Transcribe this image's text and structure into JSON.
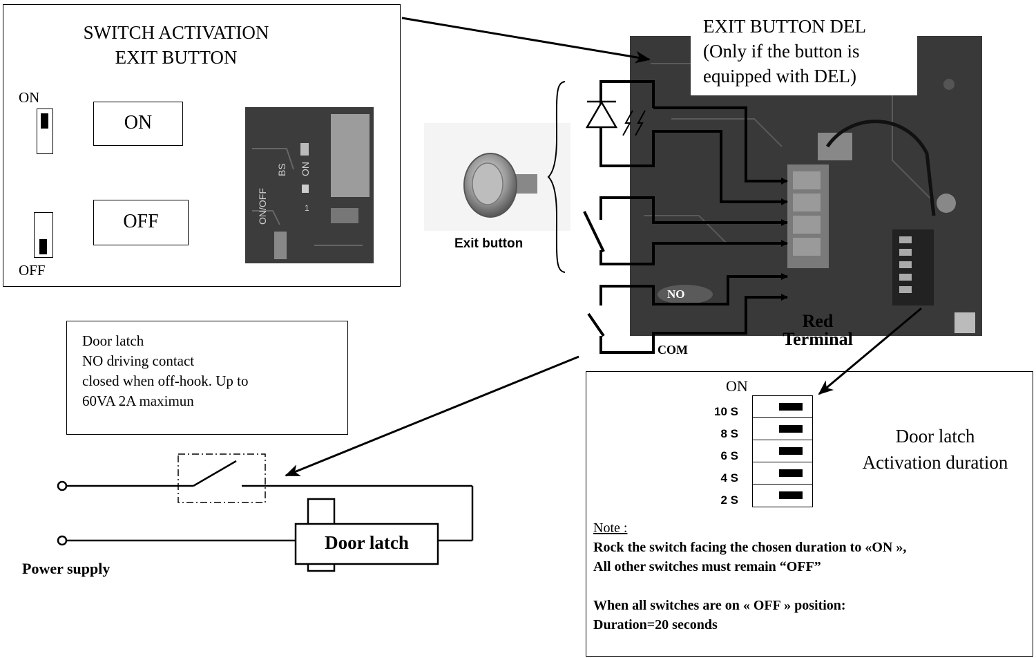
{
  "switch_panel": {
    "title_line1": "SWITCH ACTIVATION",
    "title_line2": "EXIT BUTTON",
    "on_small_label": "ON",
    "off_small_label": "OFF",
    "on_box_label": "ON",
    "off_box_label": "OFF",
    "pcb_silkscreen": [
      "ON/OFF",
      "BS",
      "ON",
      "1"
    ]
  },
  "exit_del": {
    "line1": "EXIT BUTTON DEL",
    "line2": "(Only if the button is",
    "line3": "equipped with DEL)"
  },
  "exit_button_label": "Exit button",
  "terminal": {
    "no_label": "NO",
    "com_label": "COM",
    "red_label": "Red",
    "terminal_label": "Terminal"
  },
  "door_latch_note": {
    "line1": "Door latch",
    "line2": "NO driving contact",
    "line3": "closed when off-hook. Up to",
    "line4": "60VA  2A maximun"
  },
  "wiring": {
    "door_latch_label": "Door latch",
    "power_supply_label": "Power supply"
  },
  "duration_panel": {
    "on_label": "ON",
    "switch_labels": [
      "10 S",
      "8 S",
      "6 S",
      "4 S",
      "2 S"
    ],
    "title_line1": "Door latch",
    "title_line2": "Activation duration",
    "note_heading": "Note :",
    "note_line1": "Rock the switch facing the chosen duration to «ON »,",
    "note_line2": "All other switches must remain   “OFF”",
    "note_line3": "When all switches are on « OFF » position:",
    "note_line4": "Duration=20 seconds"
  }
}
